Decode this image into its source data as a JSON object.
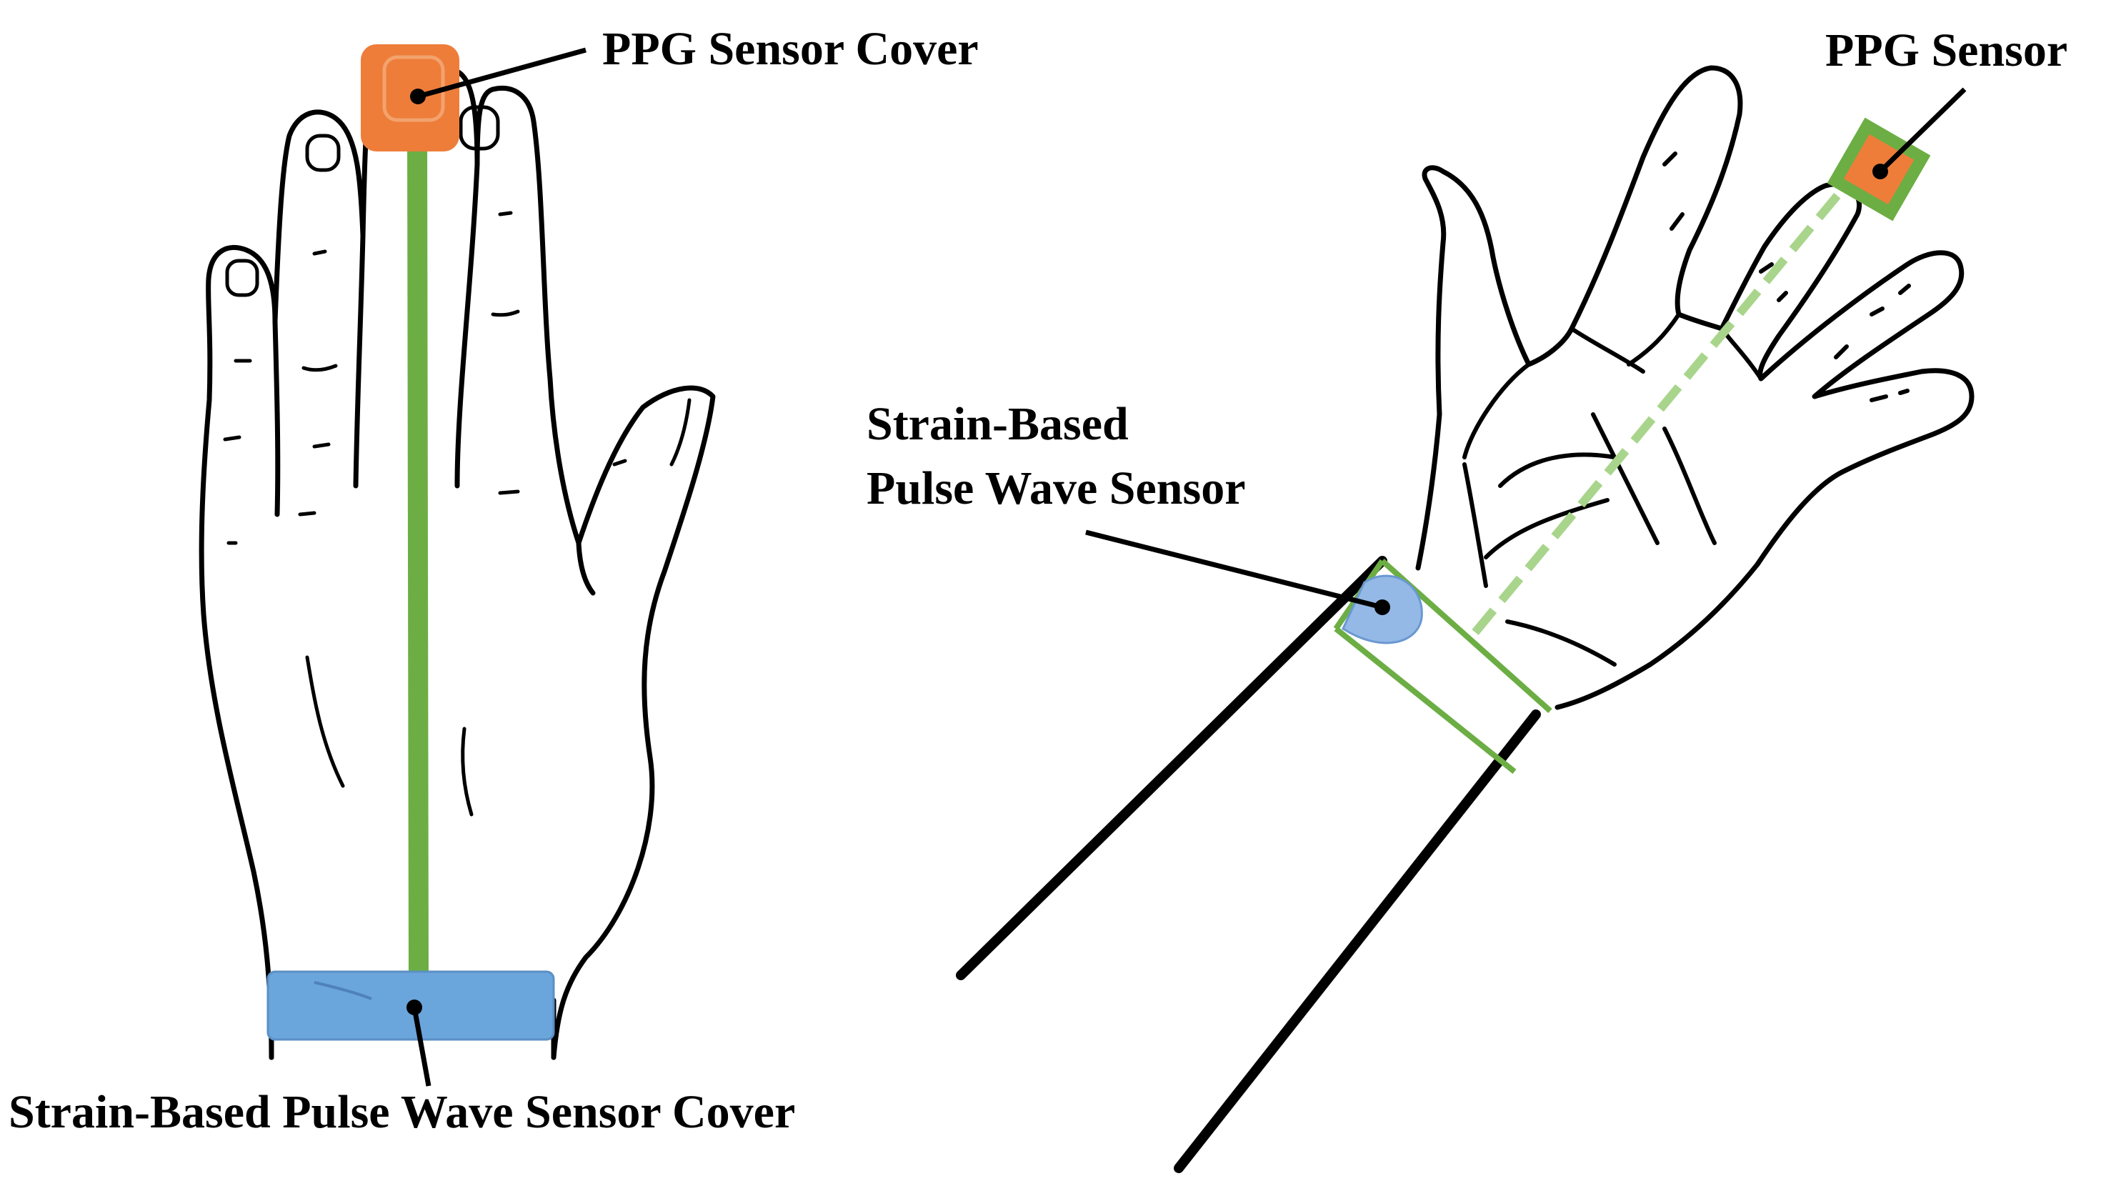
{
  "labels": {
    "ppg_sensor_cover": "PPG Sensor Cover",
    "ppg_sensor": "PPG Sensor",
    "strain_sensor_line1": "Strain-Based",
    "strain_sensor_line2": "Pulse Wave Sensor",
    "strain_sensor_cover": "Strain-Based Pulse Wave Sensor Cover"
  },
  "colors": {
    "outline": "#000000",
    "sensor_orange": "#ee7d3a",
    "sensor_orange_light": "#f3a26d",
    "strap_green": "#6cae44",
    "dashed_green": "#a8d58b",
    "band_blue": "#6aa5dc",
    "sensor_blue": "#94b9e6"
  }
}
